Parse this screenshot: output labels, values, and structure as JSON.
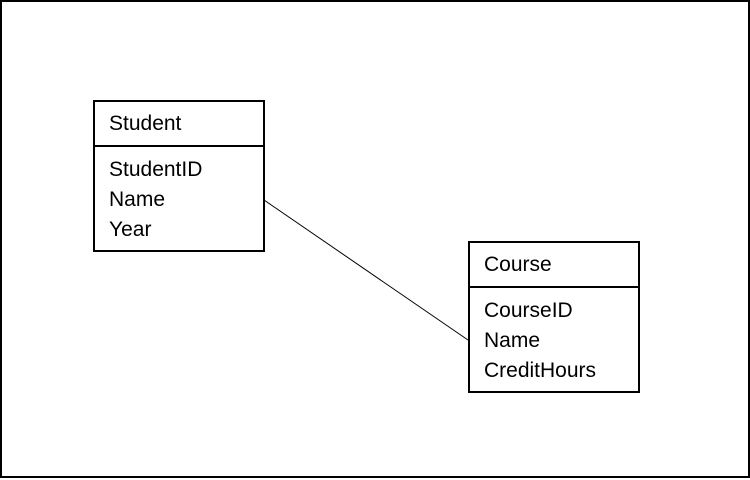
{
  "diagram": {
    "entities": [
      {
        "title": "Student",
        "fields": [
          "StudentID",
          "Name",
          "Year"
        ]
      },
      {
        "title": "Course",
        "fields": [
          "CourseID",
          "Name",
          "CreditHours"
        ]
      }
    ],
    "relationships": [
      {
        "from": "Student",
        "to": "Course"
      }
    ]
  }
}
